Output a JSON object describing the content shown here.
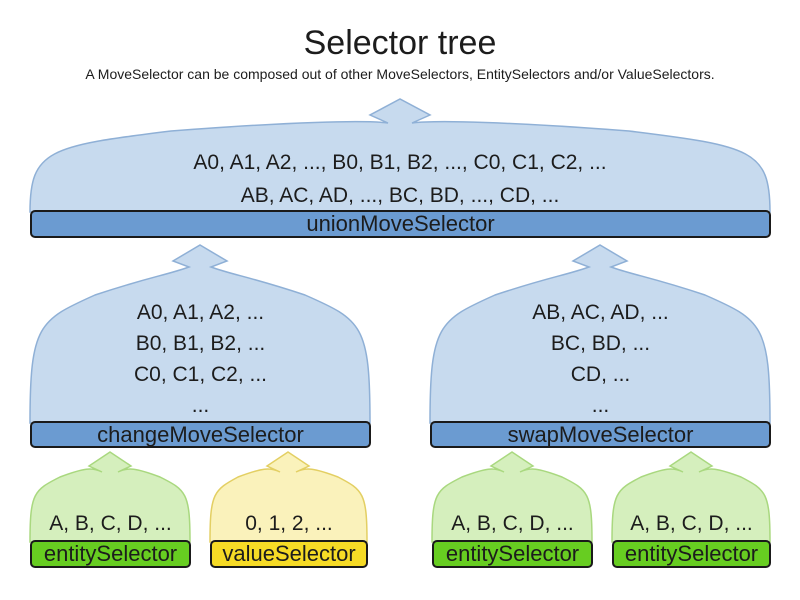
{
  "title": "Selector tree",
  "subtitle": "A MoveSelector can be composed out of other MoveSelectors, EntitySelectors and/or ValueSelectors.",
  "colors": {
    "text": "#1c1c1c",
    "cloud_blue_fill": "#c7daee",
    "cloud_blue_stroke": "#8fb0d6",
    "bar_blue_fill": "#6b9bd1",
    "cloud_green_fill": "#d5efbd",
    "cloud_green_stroke": "#a9d87f",
    "bar_green_fill": "#67cd21",
    "cloud_yellow_fill": "#faf2bb",
    "cloud_yellow_stroke": "#e3cf63",
    "bar_yellow_fill": "#f6db26",
    "bar_border": "#1a1a1a"
  },
  "nodes": {
    "union": {
      "label": "unionMoveSelector",
      "lines": [
        "A0, A1, A2, ..., B0, B1, B2, ..., C0, C1, C2, ...",
        "AB, AC, AD, ..., BC, BD, ..., CD, ..."
      ]
    },
    "change": {
      "label": "changeMoveSelector",
      "lines": [
        "A0, A1, A2, ...",
        "B0, B1, B2, ...",
        "C0, C1, C2, ...",
        "..."
      ]
    },
    "swap": {
      "label": "swapMoveSelector",
      "lines": [
        "AB, AC, AD, ...",
        "BC, BD, ...",
        "CD, ...",
        "..."
      ]
    },
    "entity1": {
      "label": "entitySelector",
      "lines": [
        "A, B, C, D, ..."
      ]
    },
    "value1": {
      "label": "valueSelector",
      "lines": [
        "0, 1, 2, ..."
      ]
    },
    "entity2": {
      "label": "entitySelector",
      "lines": [
        "A, B, C, D, ..."
      ]
    },
    "entity3": {
      "label": "entitySelector",
      "lines": [
        "A, B, C, D, ..."
      ]
    }
  }
}
